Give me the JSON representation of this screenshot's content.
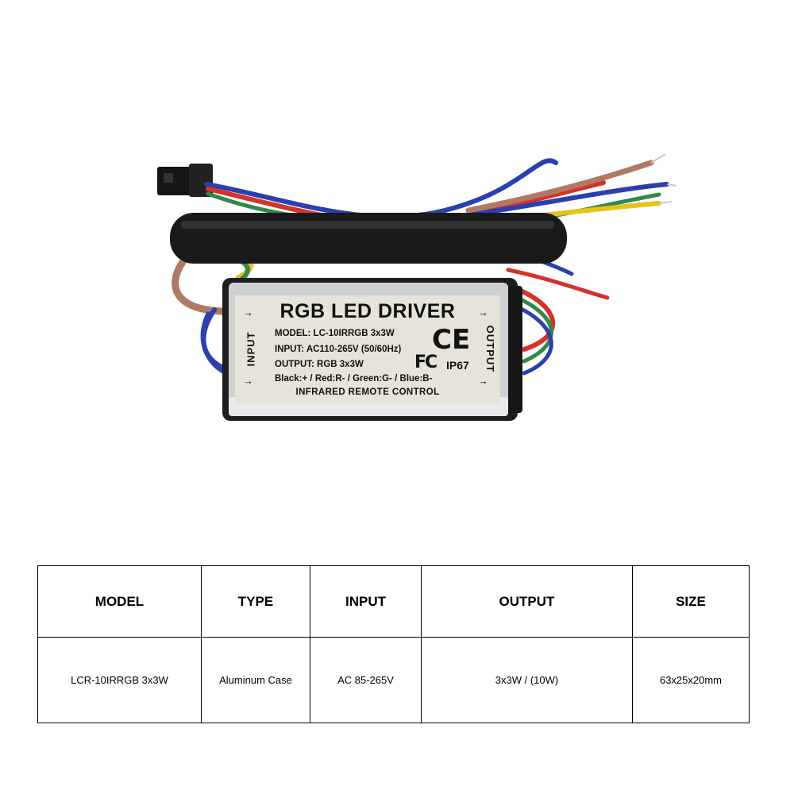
{
  "product": {
    "label_title": "RGB LED DRIVER",
    "model_line": "MODEL: LC-10IRRGB 3x3W",
    "input_line": "INPUT: AC110-265V (50/60Hz)",
    "output_line": "OUTPUT: RGB 3x3W",
    "wiring_line": "Black:+ / Red:R- / Green:G- / Blue:B-",
    "remote_line": "INFRARED REMOTE CONTROL",
    "side_input": "INPUT",
    "side_output": "OUTPUT",
    "ce_mark": "CE",
    "fc_mark": "FC",
    "ip_rating": "IP67"
  },
  "spec_table": {
    "headers": [
      "MODEL",
      "TYPE",
      "INPUT",
      "OUTPUT",
      "SIZE"
    ],
    "row": [
      "LCR-10IRRGB 3x3W",
      "Aluminum Case",
      "AC 85-265V",
      "3x3W / (10W)",
      "63x25x20mm"
    ]
  },
  "colors": {
    "case": "#cfd0d2",
    "label": "#e6e4d8",
    "wire_red": "#d6322a",
    "wire_blue": "#2a3fb0",
    "wire_green": "#2e8a4a",
    "wire_yellow": "#e8c21a",
    "wire_brown": "#b07a62",
    "sleeve": "#1a1a1a"
  }
}
